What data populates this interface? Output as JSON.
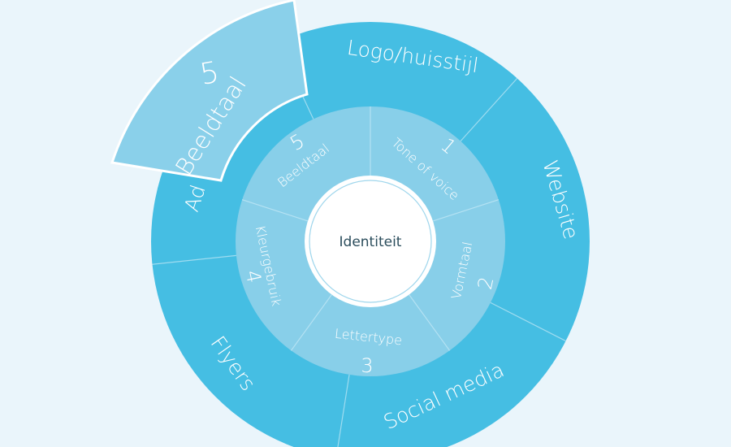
{
  "center": {
    "label": "Identiteit"
  },
  "middle_ring": [
    {
      "label": "Tone of voice",
      "number": "1"
    },
    {
      "label": "Vormtaal",
      "number": "2"
    },
    {
      "label": "Lettertype",
      "number": "3"
    },
    {
      "label": "Kleurgebruik",
      "number": "4"
    },
    {
      "label": "Beeldtaal",
      "number": "5"
    }
  ],
  "outer_ring": [
    {
      "label": "Logo/huisstijl"
    },
    {
      "label": "Website"
    },
    {
      "label": "Social media"
    },
    {
      "label": "Flyers"
    },
    {
      "label": "Ad"
    }
  ],
  "highlighted_segment": {
    "label": "Beeldtaal",
    "number": "5"
  },
  "colors": {
    "background": "#eaf5fb",
    "outer": "#45bee3",
    "middle": "#88cfe9",
    "highlight": "#8ad0ea",
    "center_text": "#2b4d5c"
  }
}
